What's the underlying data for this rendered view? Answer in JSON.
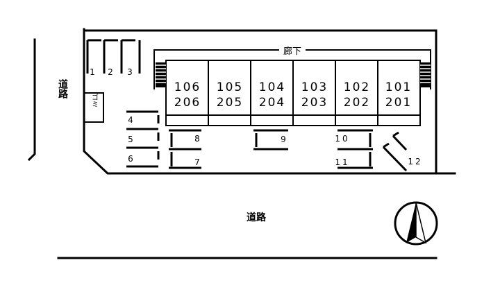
{
  "road_labels": {
    "west": "道路",
    "south": "道路"
  },
  "corridor_label": "廊下",
  "garbage_label": "ゴミ",
  "units": [
    {
      "upper": "106",
      "lower": "206"
    },
    {
      "upper": "105",
      "lower": "205"
    },
    {
      "upper": "104",
      "lower": "204"
    },
    {
      "upper": "103",
      "lower": "203"
    },
    {
      "upper": "102",
      "lower": "202"
    },
    {
      "upper": "101",
      "lower": "201"
    }
  ],
  "parking_spaces": [
    "1",
    "2",
    "3",
    "4",
    "5",
    "6",
    "7",
    "8",
    "9",
    "10",
    "11",
    "12"
  ],
  "compass": {
    "icon": "north-arrow-icon"
  }
}
